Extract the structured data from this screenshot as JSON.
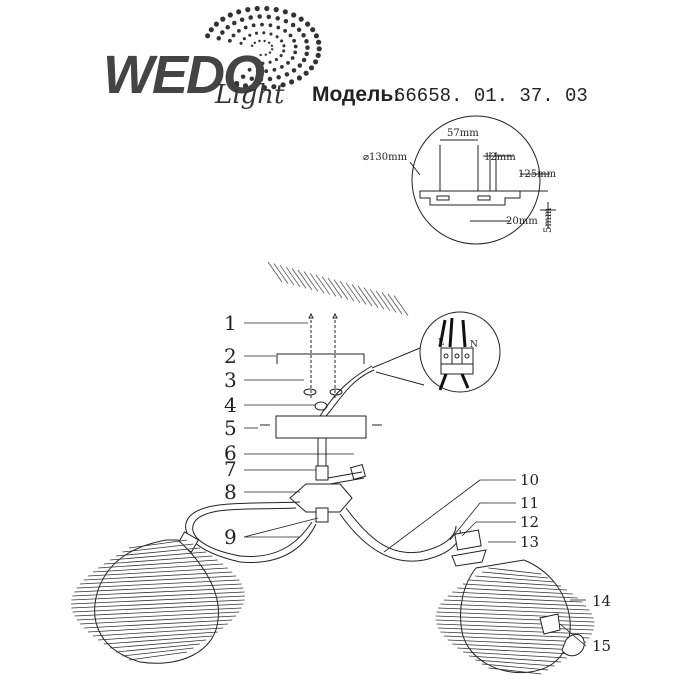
{
  "brand": {
    "logo_text": "WEDO",
    "logo_script": "Light"
  },
  "model": {
    "label": "Модель:",
    "number": "66658. 01. 37. 03"
  },
  "dimensions": {
    "diameter": "⌀130mm",
    "d57": "57mm",
    "d12": "12mm",
    "d125": "125mm",
    "d20": "20mm",
    "d5": "5mm"
  },
  "wiring": {
    "l": "L",
    "n": "N"
  },
  "callouts": {
    "left": [
      "1",
      "2",
      "3",
      "4",
      "5",
      "6",
      "7",
      "8",
      "9"
    ],
    "right": [
      "10",
      "11",
      "12",
      "13",
      "14",
      "15"
    ]
  },
  "colors": {
    "line": "#222222",
    "logo": "#444444",
    "dots": "#333333"
  }
}
